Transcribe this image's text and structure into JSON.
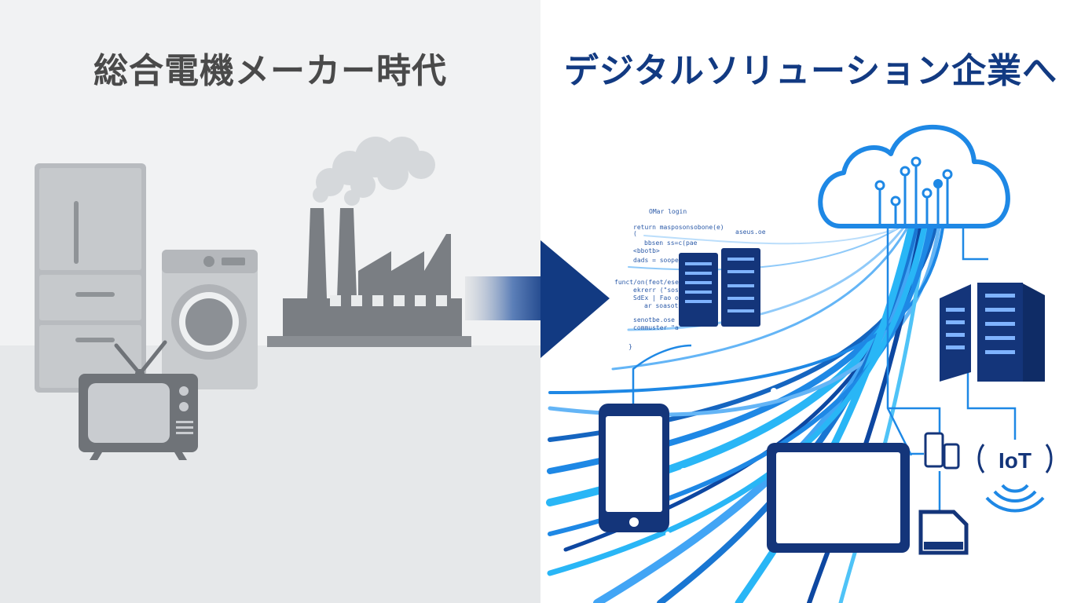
{
  "left_panel": {
    "title": "総合電機メーカー時代",
    "illustrations": [
      "refrigerator-icon",
      "washing-machine-icon",
      "television-icon",
      "factory-icon",
      "smoke-icon"
    ]
  },
  "right_panel": {
    "title": "デジタルソリューション企業へ",
    "illustrations": [
      "cloud-icon",
      "server-rack-icon",
      "smartphone-icon",
      "tablet-icon",
      "data-streams",
      "iot-icon"
    ],
    "iot_label": "IoT",
    "code_lines": [
      "OMar login",
      "return masposonsobone(e)",
      "(",
      "aseus.oe",
      "bbsen ss=c(pae",
      "<bbotb>",
      "dads = soopet",
      "funct/on(feot/eseslh",
      "ekrerr (\"sosidis",
      "SdEx | Fao oed",
      "ar  soasot",
      "senotbe.ose oe",
      "commuster \"a",
      "}"
    ]
  },
  "colors": {
    "left_bg": "#f1f2f3",
    "left_floor": "#e6e8ea",
    "appliance_gray": "#a9acb0",
    "dark_gray": "#6f7378",
    "title_left": "#4a4a4a",
    "title_right": "#123a82",
    "navy": "#14357a",
    "blue": "#1e88e5",
    "cyan": "#29b6f6"
  }
}
